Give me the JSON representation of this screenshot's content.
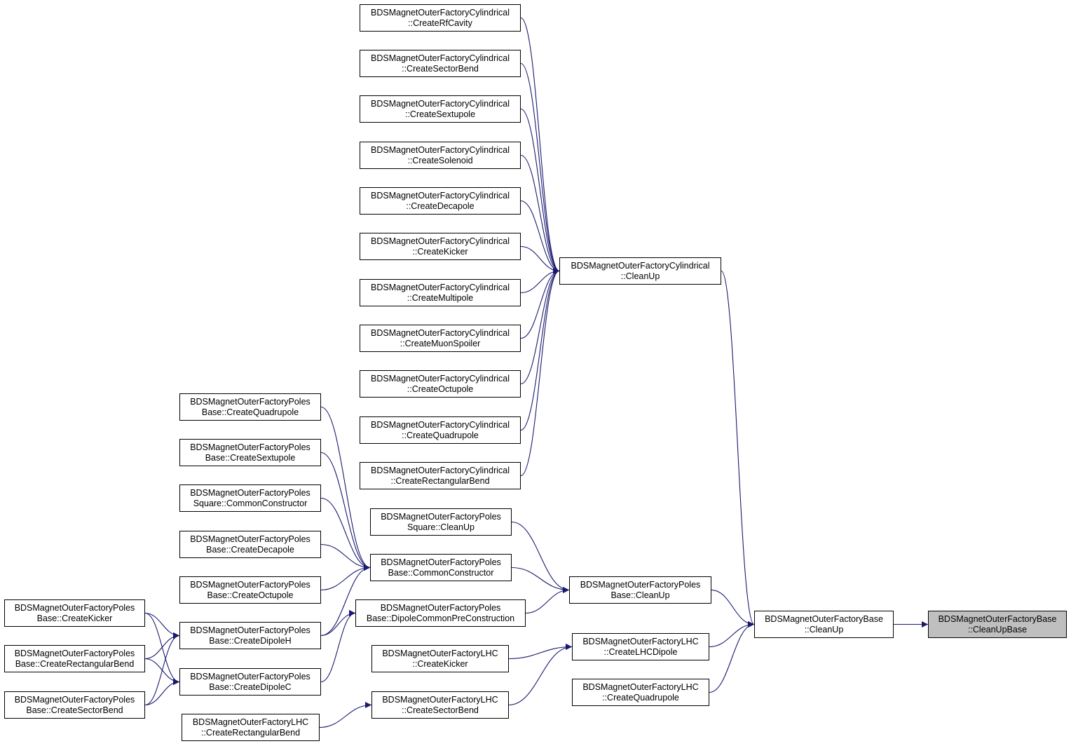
{
  "colors": {
    "edge": "#191970",
    "node_border": "#000000",
    "node_fill": "#ffffff",
    "current_fill": "#bfbfbf"
  },
  "nodes": {
    "cyl_rfcavity": [
      "BDSMagnetOuterFactoryCylindrical",
      "::CreateRfCavity"
    ],
    "cyl_sectorbend": [
      "BDSMagnetOuterFactoryCylindrical",
      "::CreateSectorBend"
    ],
    "cyl_sextupole": [
      "BDSMagnetOuterFactoryCylindrical",
      "::CreateSextupole"
    ],
    "cyl_solenoid": [
      "BDSMagnetOuterFactoryCylindrical",
      "::CreateSolenoid"
    ],
    "cyl_decapole": [
      "BDSMagnetOuterFactoryCylindrical",
      "::CreateDecapole"
    ],
    "cyl_kicker": [
      "BDSMagnetOuterFactoryCylindrical",
      "::CreateKicker"
    ],
    "cyl_multipole": [
      "BDSMagnetOuterFactoryCylindrical",
      "::CreateMultipole"
    ],
    "cyl_muonspoiler": [
      "BDSMagnetOuterFactoryCylindrical",
      "::CreateMuonSpoiler"
    ],
    "cyl_octupole": [
      "BDSMagnetOuterFactoryCylindrical",
      "::CreateOctupole"
    ],
    "cyl_quadrupole": [
      "BDSMagnetOuterFactoryCylindrical",
      "::CreateQuadrupole"
    ],
    "cyl_rectbend": [
      "BDSMagnetOuterFactoryCylindrical",
      "::CreateRectangularBend"
    ],
    "cyl_cleanup": [
      "BDSMagnetOuterFactoryCylindrical",
      "::CleanUp"
    ],
    "pb_quadrupole": [
      "BDSMagnetOuterFactoryPoles",
      "Base::CreateQuadrupole"
    ],
    "pb_sextupole": [
      "BDSMagnetOuterFactoryPoles",
      "Base::CreateSextupole"
    ],
    "ps_commonconstructor": [
      "BDSMagnetOuterFactoryPoles",
      "Square::CommonConstructor"
    ],
    "pb_decapole": [
      "BDSMagnetOuterFactoryPoles",
      "Base::CreateDecapole"
    ],
    "pb_octupole": [
      "BDSMagnetOuterFactoryPoles",
      "Base::CreateOctupole"
    ],
    "ps_cleanup": [
      "BDSMagnetOuterFactoryPoles",
      "Square::CleanUp"
    ],
    "pb_commonconstructor": [
      "BDSMagnetOuterFactoryPoles",
      "Base::CommonConstructor"
    ],
    "pb_dipolecommonpre": [
      "BDSMagnetOuterFactoryPoles",
      "Base::DipoleCommonPreConstruction"
    ],
    "pb_cleanup": [
      "BDSMagnetOuterFactoryPoles",
      "Base::CleanUp"
    ],
    "pb_kicker": [
      "BDSMagnetOuterFactoryPoles",
      "Base::CreateKicker"
    ],
    "pb_rectbend": [
      "BDSMagnetOuterFactoryPoles",
      "Base::CreateRectangularBend"
    ],
    "pb_sectorbend": [
      "BDSMagnetOuterFactoryPoles",
      "Base::CreateSectorBend"
    ],
    "pb_dipoleh": [
      "BDSMagnetOuterFactoryPoles",
      "Base::CreateDipoleH"
    ],
    "pb_dipolec": [
      "BDSMagnetOuterFactoryPoles",
      "Base::CreateDipoleC"
    ],
    "lhc_kicker": [
      "BDSMagnetOuterFactoryLHC",
      "::CreateKicker"
    ],
    "lhc_sectorbend": [
      "BDSMagnetOuterFactoryLHC",
      "::CreateSectorBend"
    ],
    "lhc_rectbend": [
      "BDSMagnetOuterFactoryLHC",
      "::CreateRectangularBend"
    ],
    "lhc_lhcdipole": [
      "BDSMagnetOuterFactoryLHC",
      "::CreateLHCDipole"
    ],
    "lhc_quadrupole": [
      "BDSMagnetOuterFactoryLHC",
      "::CreateQuadrupole"
    ],
    "base_cleanup": [
      "BDSMagnetOuterFactoryBase",
      "::CleanUp"
    ],
    "base_cleanupbase": [
      "BDSMagnetOuterFactoryBase",
      "::CleanUpBase"
    ]
  },
  "current_node": "base_cleanupbase",
  "edges": [
    [
      "cyl_rfcavity",
      "cyl_cleanup"
    ],
    [
      "cyl_sectorbend",
      "cyl_cleanup"
    ],
    [
      "cyl_sextupole",
      "cyl_cleanup"
    ],
    [
      "cyl_solenoid",
      "cyl_cleanup"
    ],
    [
      "cyl_decapole",
      "cyl_cleanup"
    ],
    [
      "cyl_kicker",
      "cyl_cleanup"
    ],
    [
      "cyl_multipole",
      "cyl_cleanup"
    ],
    [
      "cyl_muonspoiler",
      "cyl_cleanup"
    ],
    [
      "cyl_octupole",
      "cyl_cleanup"
    ],
    [
      "cyl_quadrupole",
      "cyl_cleanup"
    ],
    [
      "cyl_rectbend",
      "cyl_cleanup"
    ],
    [
      "cyl_cleanup",
      "base_cleanup"
    ],
    [
      "pb_quadrupole",
      "pb_commonconstructor"
    ],
    [
      "pb_sextupole",
      "pb_commonconstructor"
    ],
    [
      "ps_commonconstructor",
      "pb_commonconstructor"
    ],
    [
      "pb_decapole",
      "pb_commonconstructor"
    ],
    [
      "pb_octupole",
      "pb_commonconstructor"
    ],
    [
      "pb_dipoleh",
      "pb_commonconstructor"
    ],
    [
      "pb_commonconstructor",
      "pb_cleanup"
    ],
    [
      "ps_cleanup",
      "pb_cleanup"
    ],
    [
      "pb_dipolecommonpre",
      "pb_cleanup"
    ],
    [
      "pb_dipoleh",
      "pb_dipolecommonpre"
    ],
    [
      "pb_dipolec",
      "pb_dipolecommonpre"
    ],
    [
      "pb_kicker",
      "pb_dipoleh"
    ],
    [
      "pb_rectbend",
      "pb_dipoleh"
    ],
    [
      "pb_sectorbend",
      "pb_dipoleh"
    ],
    [
      "pb_kicker",
      "pb_dipolec"
    ],
    [
      "pb_rectbend",
      "pb_dipolec"
    ],
    [
      "pb_sectorbend",
      "pb_dipolec"
    ],
    [
      "pb_cleanup",
      "base_cleanup"
    ],
    [
      "lhc_kicker",
      "lhc_lhcdipole"
    ],
    [
      "lhc_sectorbend",
      "lhc_lhcdipole"
    ],
    [
      "lhc_rectbend",
      "lhc_sectorbend"
    ],
    [
      "lhc_lhcdipole",
      "base_cleanup"
    ],
    [
      "lhc_quadrupole",
      "base_cleanup"
    ],
    [
      "base_cleanup",
      "base_cleanupbase"
    ]
  ]
}
